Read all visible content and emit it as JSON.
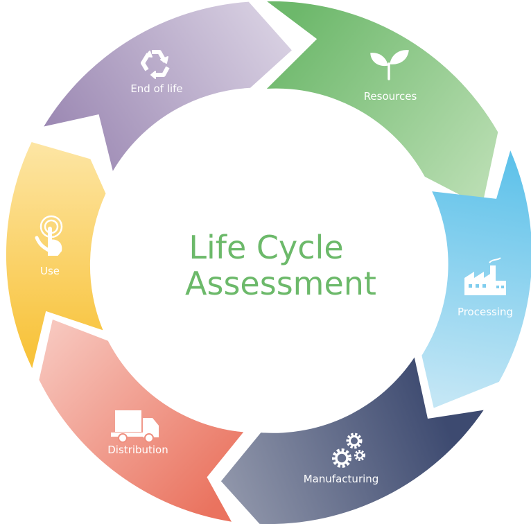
{
  "diagram": {
    "title_line1": "Life Cycle",
    "title_line2": "Assessment",
    "stages": [
      {
        "label": "Resources",
        "icon": "sprout-icon",
        "color_start": "#6db86b",
        "color_end": "#b5dcae"
      },
      {
        "label": "Processing",
        "icon": "factory-icon",
        "color_start": "#62c3ea",
        "color_end": "#bfe4f4"
      },
      {
        "label": "Manufacturing",
        "icon": "gears-icon",
        "color_start": "#3f4c72",
        "color_end": "#8d93a8"
      },
      {
        "label": "Distribution",
        "icon": "truck-icon",
        "color_start": "#ec7c6a",
        "color_end": "#f6c2b9"
      },
      {
        "label": "Use",
        "icon": "tap-hand-icon",
        "color_start": "#f8c23c",
        "color_end": "#fde3a0"
      },
      {
        "label": "End of life",
        "icon": "recycle-icon",
        "color_start": "#9b88b2",
        "color_end": "#d3c9de"
      }
    ]
  }
}
